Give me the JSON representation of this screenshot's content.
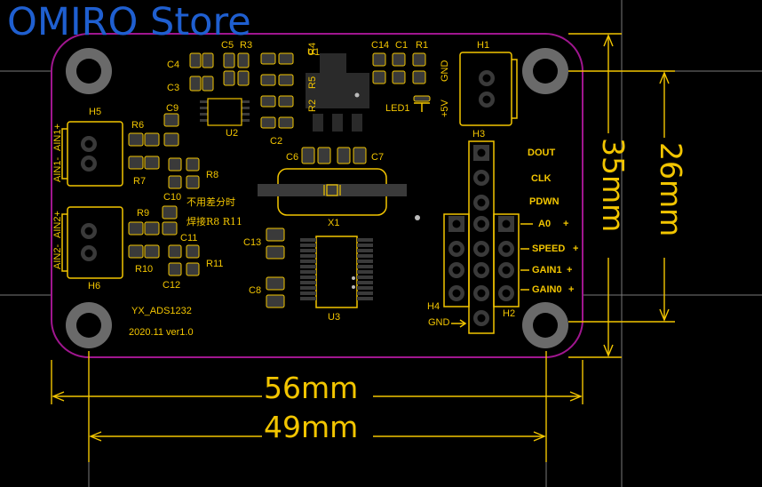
{
  "watermark": "OMIRO Store",
  "board": {
    "name": "YX_ADS1232",
    "version": "2020.11 ver1.0",
    "note_line1": "不用差分时",
    "note_line2": "焊接R8 R11"
  },
  "dimensions": {
    "width_outer": "56mm",
    "width_holes": "49mm",
    "height_outer": "35mm",
    "height_holes": "26mm"
  },
  "components": {
    "c4": "C4",
    "c3": "C3",
    "c5": "C5",
    "r3": "R3",
    "r4": "R4",
    "r5": "R5",
    "r2": "R2",
    "u1": "U1",
    "u2": "U2",
    "c2": "C2",
    "c14": "C14",
    "c1": "C1",
    "r1": "R1",
    "h1": "H1",
    "led1": "LED1",
    "gnd_h1": "GND",
    "v5": "+5V",
    "h5": "H5",
    "r6": "R6",
    "r7": "R7",
    "c9": "C9",
    "r8": "R8",
    "c10": "C10",
    "ain1p": "AIN1+",
    "ain1m": "AIN1-",
    "c6": "C6",
    "c7": "C7",
    "x1": "X1",
    "h3": "H3",
    "dout": "DOUT",
    "clk": "CLK",
    "pdwn": "PDWN",
    "a0": "A0",
    "speed": "SPEED",
    "gain1": "GAIN1",
    "gain0": "GAIN0",
    "plus": "+",
    "h6": "H6",
    "r9": "R9",
    "r10": "R10",
    "c11": "C11",
    "r11": "R11",
    "c12": "C12",
    "ain2p": "AIN2+",
    "ain2m": "AIN2-",
    "c13": "C13",
    "c8": "C8",
    "u3": "U3",
    "h4": "H4",
    "h2": "H2",
    "gnd_arrow": "GND"
  },
  "colors": {
    "background": "#000000",
    "silkscreen": "#f2c500",
    "board_outline": "#a0168f",
    "watermark": "#1f5fd0",
    "mounting_hole": "#6a6a6a",
    "guide_line": "#7a7a7a"
  }
}
